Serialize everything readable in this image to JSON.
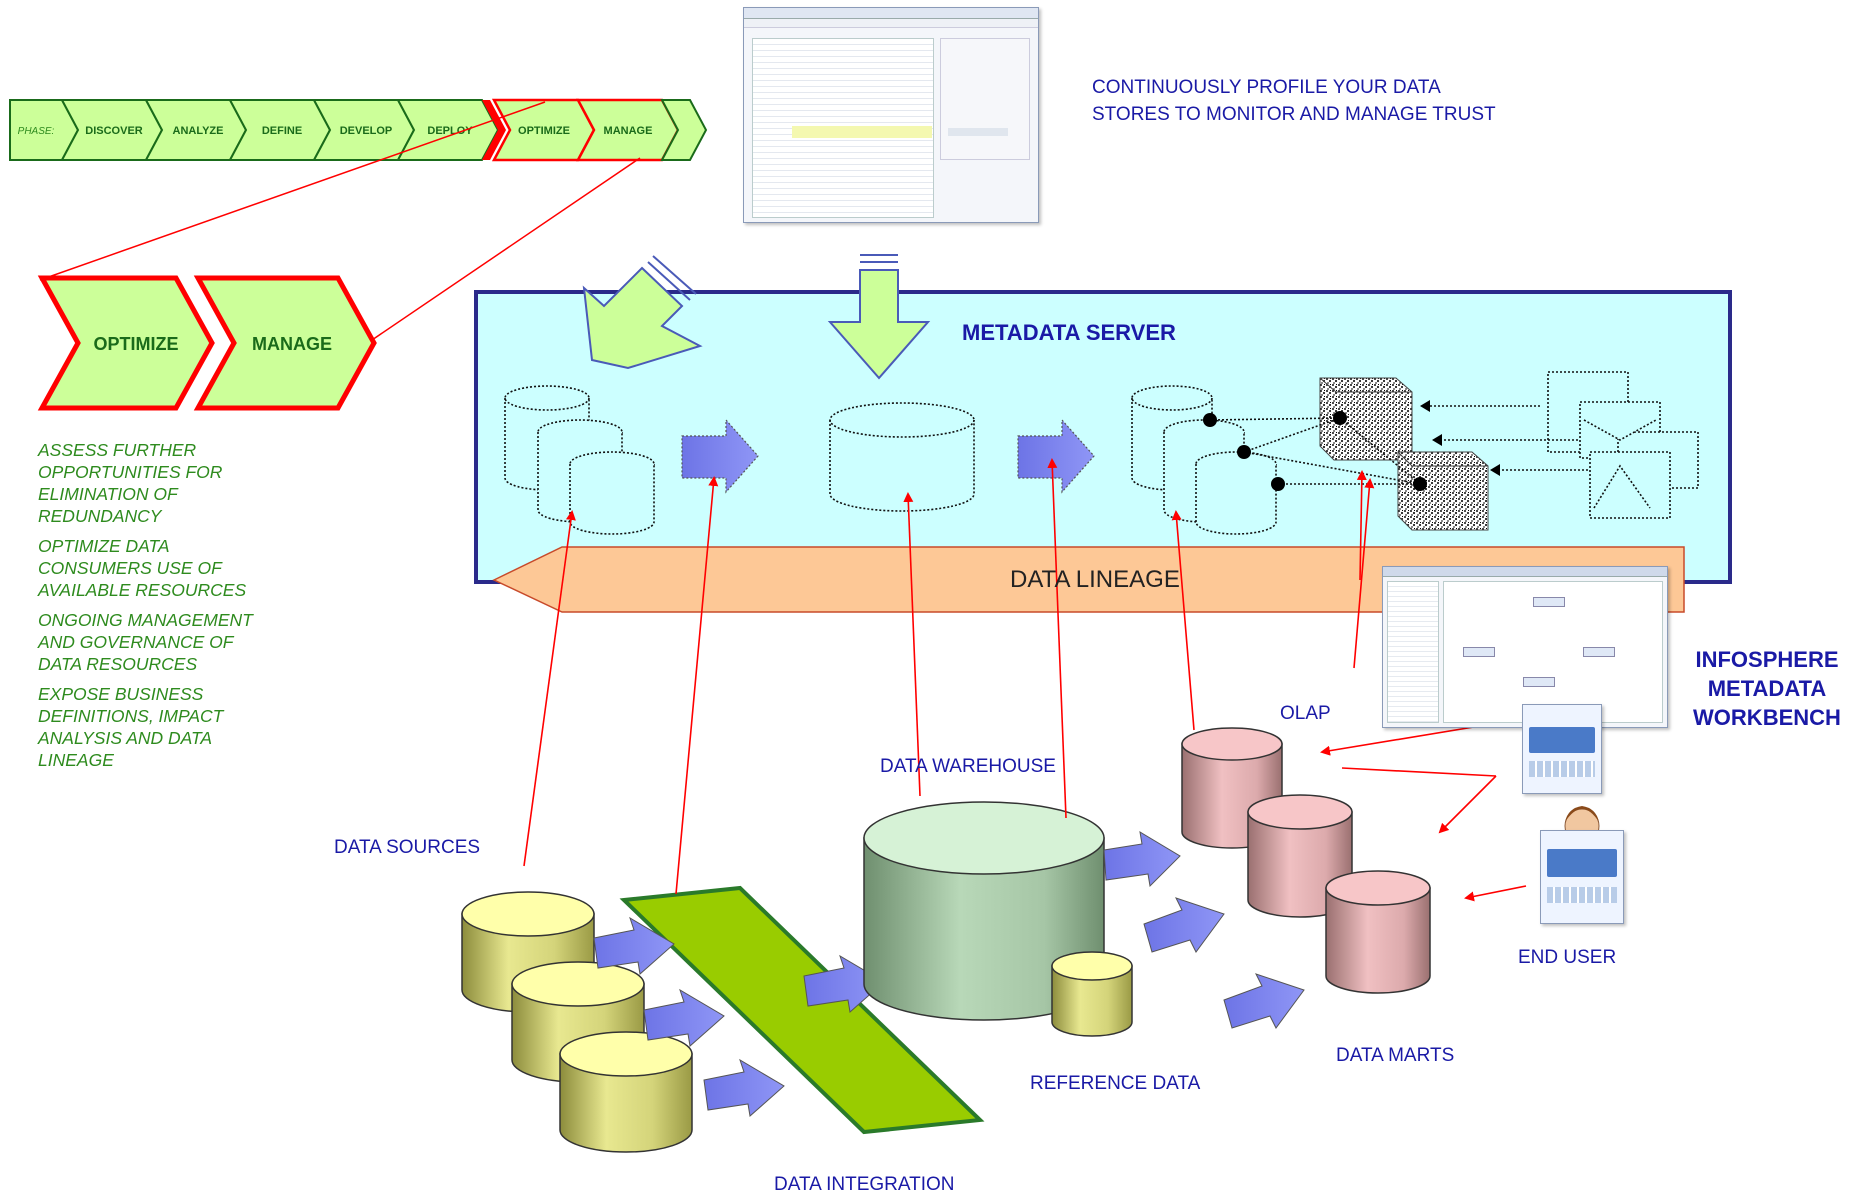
{
  "phase_bar": {
    "phase_label": "PHASE:",
    "steps": [
      "DISCOVER",
      "ANALYZE",
      "DEFINE",
      "DEVELOP",
      "DEPLOY",
      "OPTIMIZE",
      "MANAGE"
    ],
    "highlighted_steps": [
      "OPTIMIZE",
      "MANAGE"
    ]
  },
  "zoom_chevrons": [
    "OPTIMIZE",
    "MANAGE"
  ],
  "goals": [
    "ASSESS FURTHER OPPORTUNITIES FOR ELIMINATION OF REDUNDANCY",
    "OPTIMIZE DATA CONSUMERS USE OF AVAILABLE RESOURCES",
    "ONGOING MANAGEMENT AND GOVERNANCE OF DATA RESOURCES",
    "EXPOSE BUSINESS DEFINITIONS, IMPACT ANALYSIS AND DATA LINEAGE"
  ],
  "profile_note": "CONTINUOUSLY PROFILE YOUR DATA STORES TO MONITOR AND MANAGE TRUST",
  "metadata_server": "METADATA SERVER",
  "data_lineage": "DATA LINEAGE",
  "labels": {
    "data_sources": "DATA SOURCES",
    "data_warehouse": "DATA WAREHOUSE",
    "olap": "OLAP",
    "data_integration": "DATA INTEGRATION",
    "reference_data": "REFERENCE DATA",
    "data_marts": "DATA MARTS",
    "end_user": "END USER"
  },
  "workbench_title": [
    "INFOSPHERE",
    "METADATA",
    "WORKBENCH"
  ],
  "colors": {
    "navy": "#1a1aa6",
    "goal_green": "#2e8b1e",
    "chevron_fill": "#ccff99",
    "highlight_red": "#ff0000",
    "server_fill": "#ccffff",
    "lineage_fill": "#fdc896",
    "arrow_blue": "#7f86f2",
    "source_cylinder": "#ffffaa",
    "warehouse_cylinder": "#c9e8c9",
    "mart_cylinder": "#f7c6c8",
    "integration_band": "#99cc00"
  }
}
